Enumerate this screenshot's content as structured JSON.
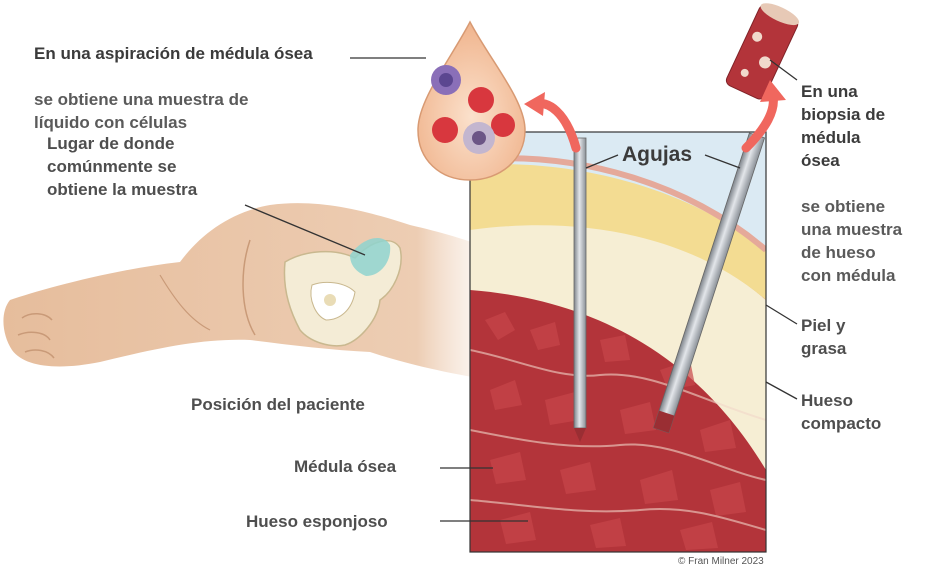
{
  "labels": {
    "aspiration_bold": "En una aspiración de médula ósea",
    "aspiration_rest": "se obtiene una muestra de\nlíquido con células",
    "site": "Lugar de donde\ncomúnmente se\nobtiene la muestra",
    "position": "Posición del paciente",
    "needles": "Agujas",
    "biopsy_bold": "En una\nbiopsia de\nmédula\nósea",
    "biopsy_rest": "se obtiene\nuna muestra\nde hueso\ncon médula",
    "skin": "Piel y\ngrasa",
    "compact": "Hueso\ncompacto",
    "marrow": "Médula ósea",
    "spongy": "Hueso esponjoso"
  },
  "credit": "© Fran Milner 2023",
  "colors": {
    "marrow_red": "#b3343a",
    "fat_yellow": "#f3dc92",
    "compact_bone": "#f6eed4",
    "skin_pink": "#f2c6b4",
    "arrow_red": "#f0675e",
    "needle_gray": "#a9adb3"
  }
}
